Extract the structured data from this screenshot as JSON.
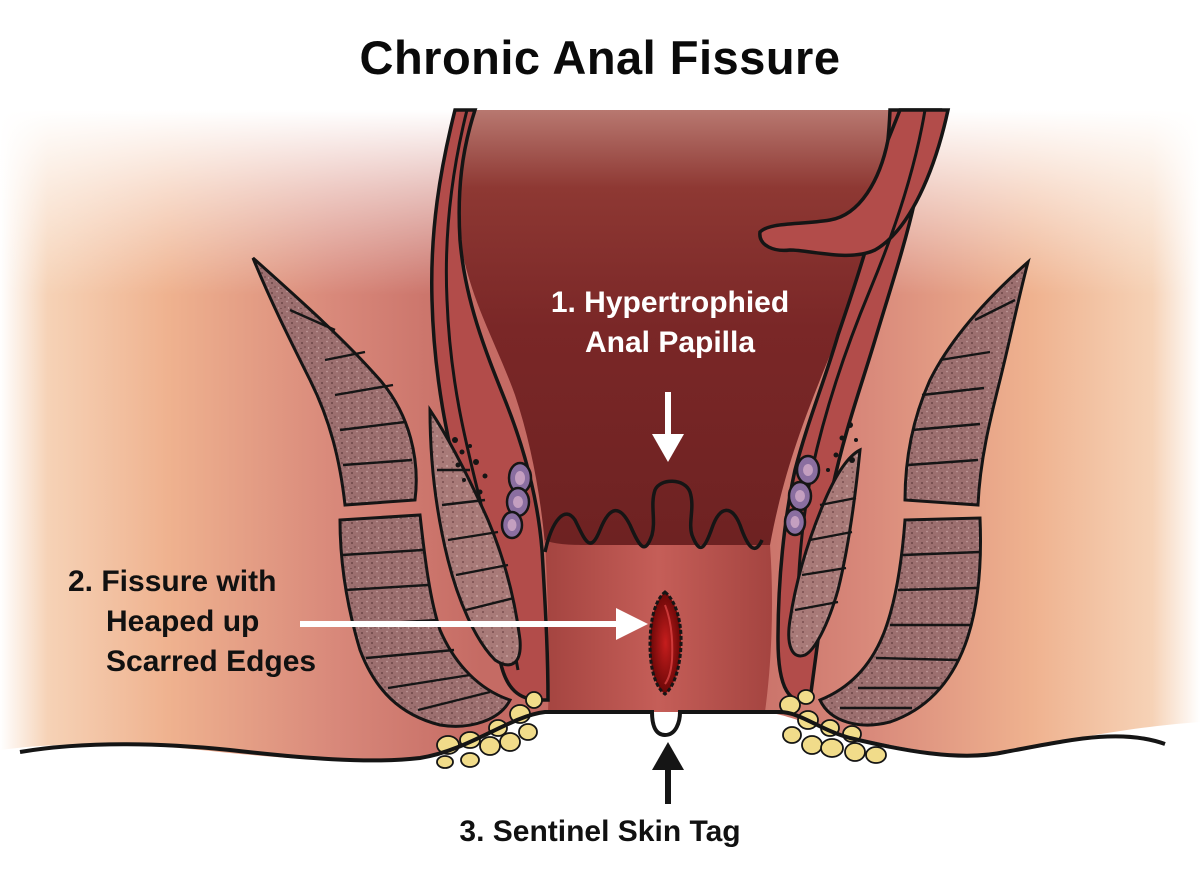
{
  "title": "Chronic Anal Fissure",
  "labels": {
    "papilla": [
      "1. Hypertrophied",
      "Anal Papilla"
    ],
    "fissure": [
      "2. Fissure with",
      "Heaped up",
      "Scarred Edges"
    ],
    "skin_tag": "3. Sentinel Skin Tag"
  },
  "colors": {
    "background": "#ffffff",
    "tissue_peach": "#f2c09e",
    "tissue_pink": "#d98a7a",
    "lumen_dark": "#7a2626",
    "canal_wall": "#b6514d",
    "muscle": "#9a6e6e",
    "fissure": "#8a0d0d",
    "fat": "#f1dc8a",
    "outline": "#151515"
  },
  "icons": [
    "arrow-down-icon",
    "arrow-right-icon",
    "arrow-up-icon"
  ]
}
